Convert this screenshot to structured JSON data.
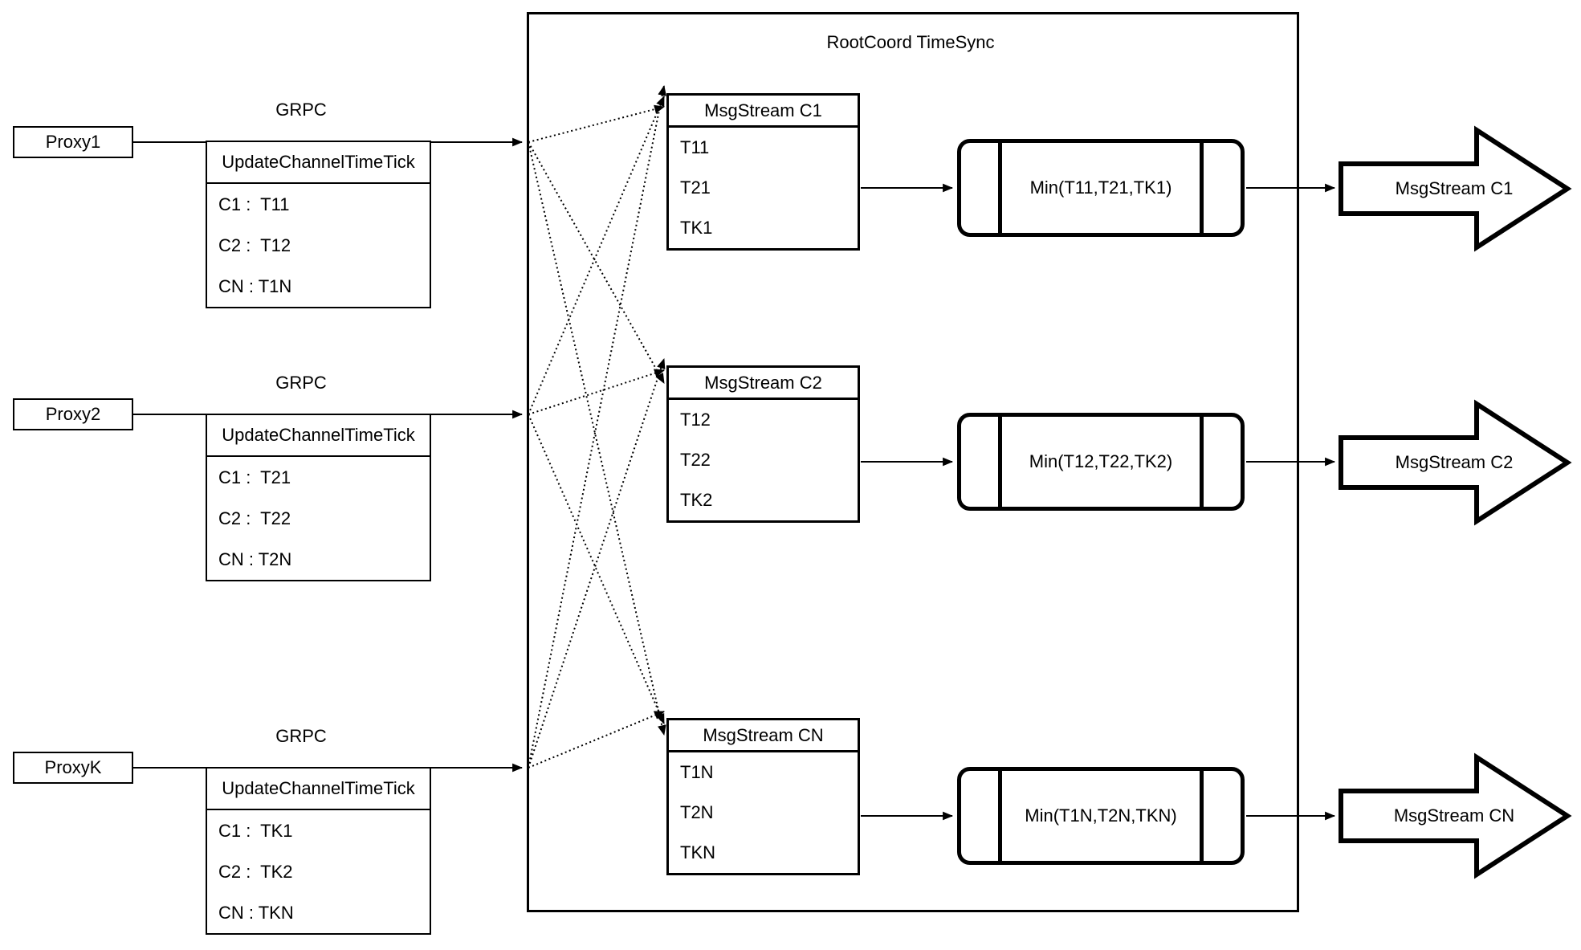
{
  "diagram": {
    "title": "RootCoord TimeSync",
    "grpc_label": "GRPC",
    "proxies": [
      {
        "name": "Proxy1",
        "table_header": "UpdateChannelTimeTick",
        "rows": [
          "C1 :  T11",
          "C2 :  T12",
          "CN : T1N"
        ]
      },
      {
        "name": "Proxy2",
        "table_header": "UpdateChannelTimeTick",
        "rows": [
          "C1 :  T21",
          "C2 :  T22",
          "CN : T2N"
        ]
      },
      {
        "name": "ProxyK",
        "table_header": "UpdateChannelTimeTick",
        "rows": [
          "C1 :  TK1",
          "C2 :  TK2",
          "CN : TKN"
        ]
      }
    ],
    "streams": [
      {
        "header": "MsgStream C1",
        "rows": [
          "T11",
          "T21",
          "TK1"
        ],
        "min": "Min(T11,T21,TK1)",
        "out": "MsgStream C1"
      },
      {
        "header": "MsgStream C2",
        "rows": [
          "T12",
          "T22",
          "TK2"
        ],
        "min": "Min(T12,T22,TK2)",
        "out": "MsgStream C2"
      },
      {
        "header": "MsgStream CN",
        "rows": [
          "T1N",
          "T2N",
          "TKN"
        ],
        "min": "Min(T1N,T2N,TKN)",
        "out": "MsgStream CN"
      }
    ],
    "colors": {
      "stroke": "#000000",
      "background": "#ffffff"
    }
  }
}
